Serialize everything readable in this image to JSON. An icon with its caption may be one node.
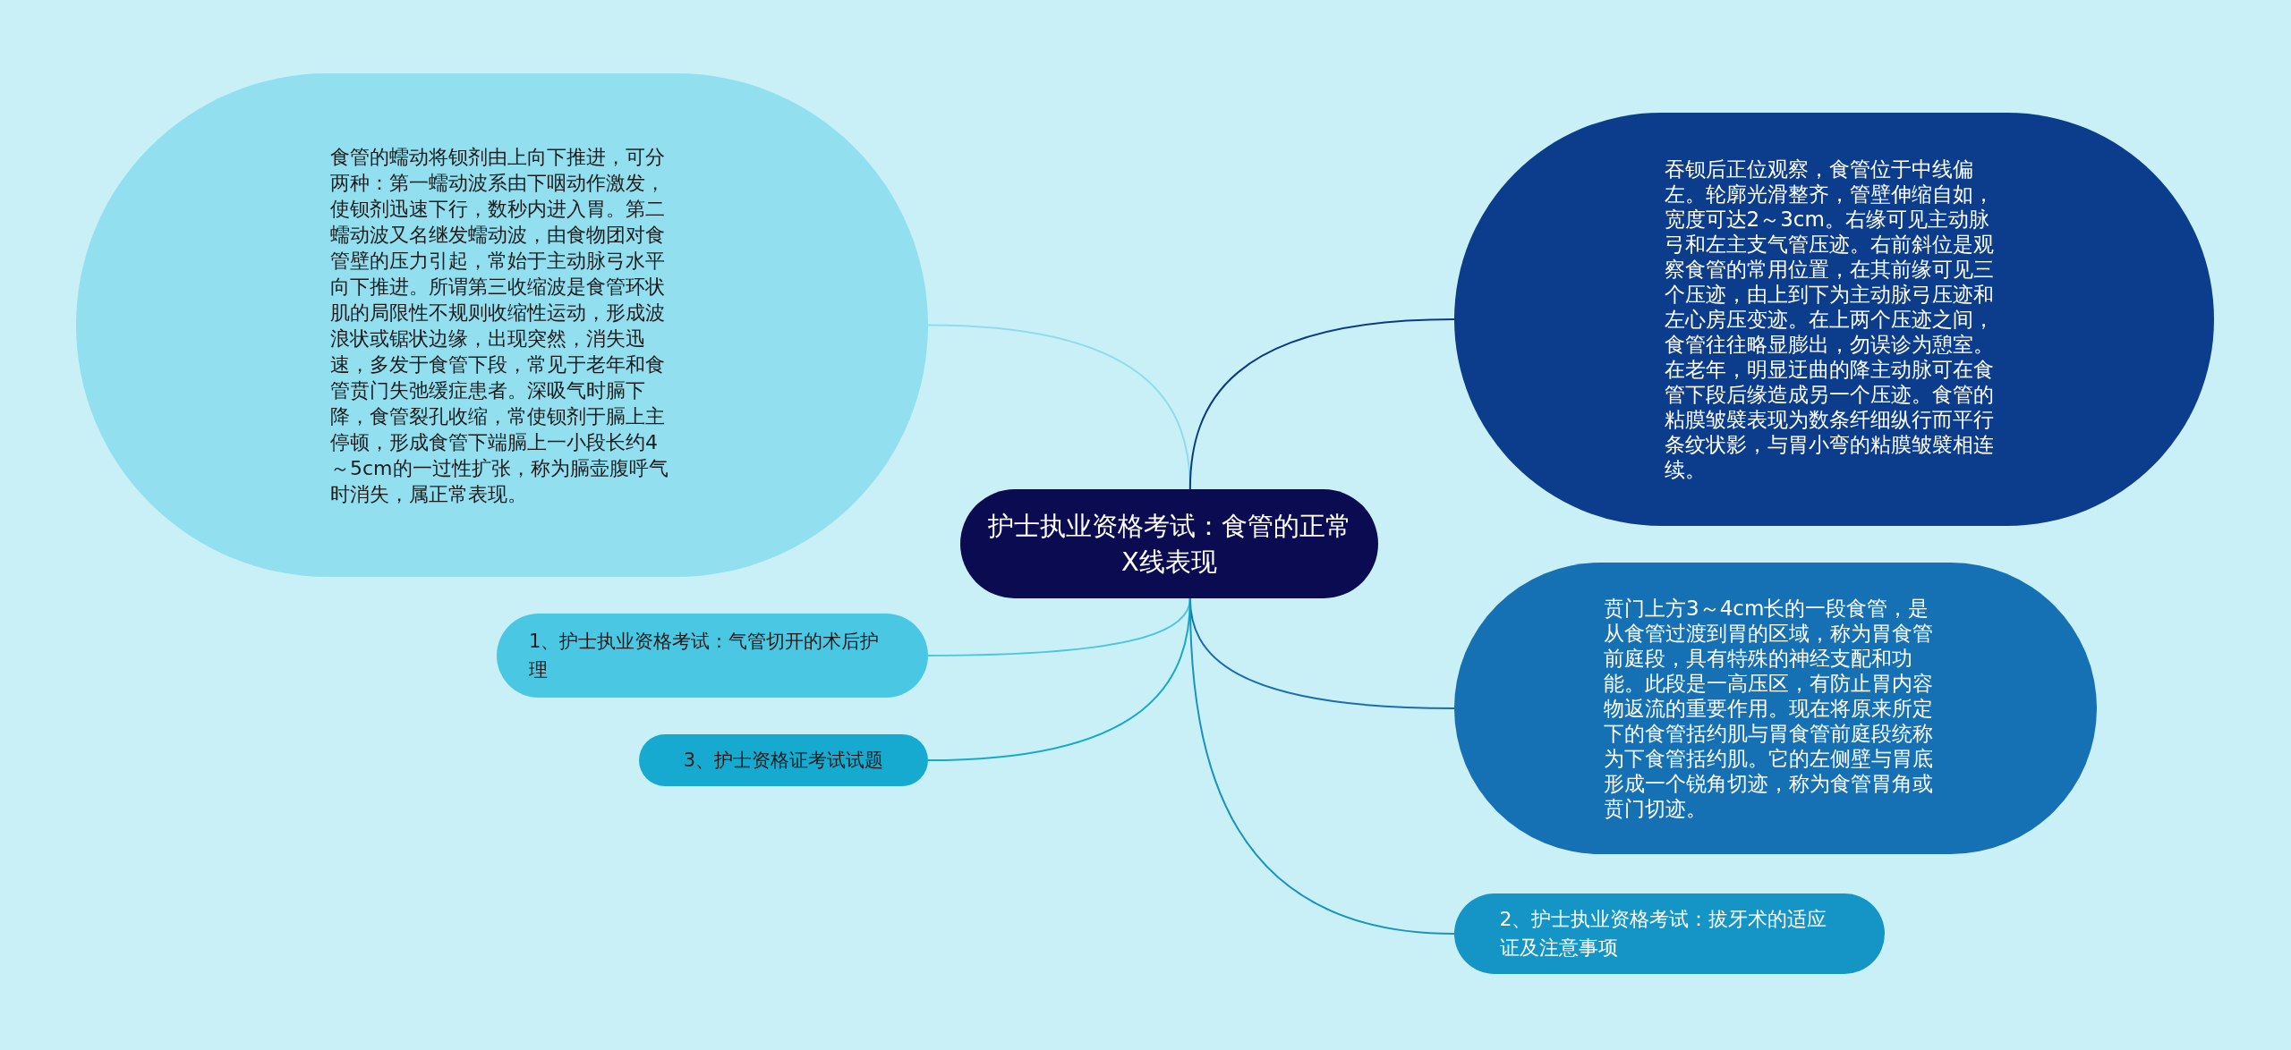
{
  "diagram": {
    "nodes": [
      {
        "text": [
          "护士执业资格考试：食管的正常X线表现"
        ]
      },
      {
        "text": [
          "食管的蠕动将钡剂由上向下推进，可分两种：第一蠕动波系由下咽动作激发，使钡剂迅速下行，数秒内进入胃。第二蠕动波又名继发蠕动波，由食物团对食管壁的压力引起，常始于主动脉弓水平向下推进。所谓第三收缩波是食管环状肌的局限性不规则收缩性运动，形成波浪状或锯状边缘，出现突然，消失迅速，多发于食管下段，常见于老年和食管贲门失弛缓症患者。深吸气时膈下降，食管裂孔收缩，常使钡剂于膈上主停顿，形成食管下端膈上一小段长约4～5cm的一过性扩张，称为膈壶腹呼气时消失，属正常表现。"
        ]
      },
      {
        "text": [
          "1、护士执业资格考试：气管切开的术后护理"
        ]
      },
      {
        "text": [
          "3、护士资格证考试试题"
        ]
      },
      {
        "text": [
          "吞钡后正位观察，食管位于中线偏左。轮廓光滑整齐，管壁伸缩自如，宽度可达2～3cm。右缘可见主动脉弓和左主支气管压迹。右前斜位是观察食管的常用位置，在其前缘可见三个压迹，由上到下为主动脉弓压迹和左心房压变迹。在上两个压迹之间，食管往往略显膨出，勿误诊为憩室。在老年，明显迂曲的降主动脉可在食管下段后缘造成另一个压迹。食管的粘膜皱襞表现为数条纤细纵行而平行条纹状影，与胃小弯的粘膜皱襞相连续。"
        ]
      },
      {
        "text": [
          "贲门上方3～4cm长的一段食管，是从食管过渡到胃的区域，称为胃食管前庭段，具有特殊的神经支配和功能。此段是一高压区，有防止胃内容物返流的重要作用。现在将原来所定下的食管括约肌与胃食管前庭段统称为下食管括约肌。它的左侧壁与胃底形成一个锐角切迹，称为食管胃角或贲门切迹。"
        ]
      },
      {
        "text": [
          "2、护士执业资格考试：拔牙术的适应证及注意事项"
        ]
      }
    ],
    "edges": [
      {
        "from": 0,
        "to": 1,
        "arrow": "none",
        "color": "#8fdcec"
      },
      {
        "from": 0,
        "to": 2,
        "arrow": "none",
        "color": "#4cc6e0"
      },
      {
        "from": 0,
        "to": 3,
        "arrow": "none",
        "color": "#17a9cc"
      },
      {
        "from": 0,
        "to": 4,
        "arrow": "none",
        "color": "#0c3b86"
      },
      {
        "from": 0,
        "to": 5,
        "arrow": "none",
        "color": "#1a6db0"
      },
      {
        "from": 0,
        "to": 6,
        "arrow": "none",
        "color": "#1893c2"
      }
    ]
  }
}
